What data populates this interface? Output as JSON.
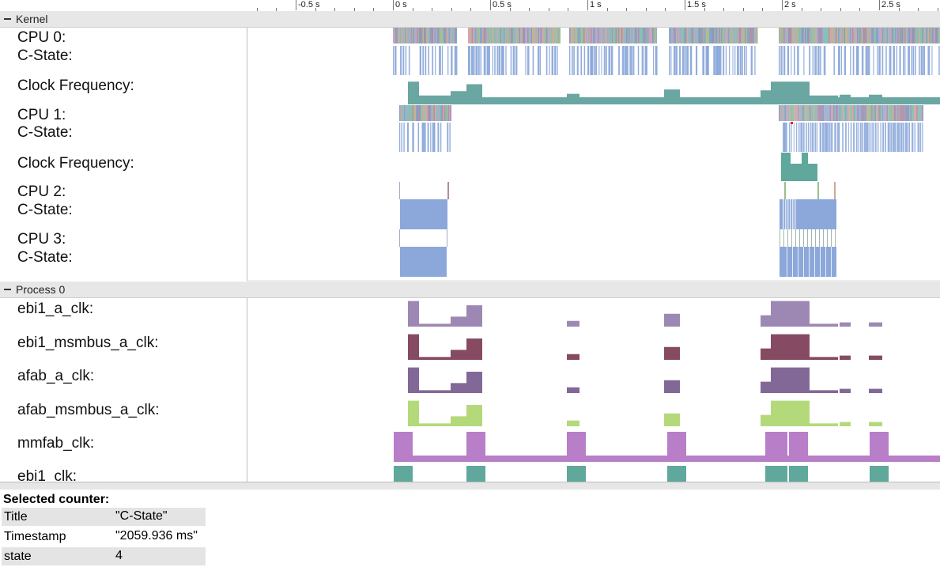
{
  "ruler": {
    "ticks": [
      "-0.5 s",
      "0 s",
      "0.5 s",
      "1 s",
      "1.5 s",
      "2 s",
      "2.5 s"
    ],
    "tick_values": [
      -0.5,
      0,
      0.5,
      1,
      1.5,
      2,
      2.5
    ]
  },
  "sections": [
    {
      "title": "Kernel",
      "tracks": [
        {
          "line1": "CPU 0:",
          "line2": "C-State:",
          "kind": "cpu"
        },
        {
          "line1": "Clock Frequency:",
          "kind": "freq",
          "color": "#6aa6a2"
        },
        {
          "line1": "CPU 1:",
          "line2": "C-State:",
          "kind": "cpu"
        },
        {
          "line1": "Clock Frequency:",
          "kind": "freq2",
          "color": "#5fa89b"
        },
        {
          "line1": "CPU 2:",
          "line2": "C-State:",
          "kind": "cpu-block"
        },
        {
          "line1": "CPU 3:",
          "line2": "C-State:",
          "kind": "cpu-block"
        }
      ]
    },
    {
      "title": "Process 0",
      "tracks": [
        {
          "line1": "ebi1_a_clk:",
          "kind": "counter",
          "color": "#9d88b4"
        },
        {
          "line1": "ebi1_msmbus_a_clk:",
          "kind": "counter",
          "color": "#864b62"
        },
        {
          "line1": "afab_a_clk:",
          "kind": "counter",
          "color": "#826897"
        },
        {
          "line1": "afab_msmbus_a_clk:",
          "kind": "counter",
          "color": "#b4d97b"
        },
        {
          "line1": "mmfab_clk:",
          "kind": "pulse",
          "color": "#b87ec8"
        },
        {
          "line1": "ebi1_clk:",
          "kind": "pulse2",
          "color": "#5fa89b"
        }
      ]
    }
  ],
  "details": {
    "title": "Selected counter:",
    "rows": [
      {
        "key": "Title",
        "value": "\"C-State\""
      },
      {
        "key": "Timestamp",
        "value": "\"2059.936 ms\""
      },
      {
        "key": "state",
        "value": "4"
      }
    ]
  },
  "colors": {
    "cstate_blue": "#7f9fd6",
    "selection_marker": "#e02020"
  }
}
